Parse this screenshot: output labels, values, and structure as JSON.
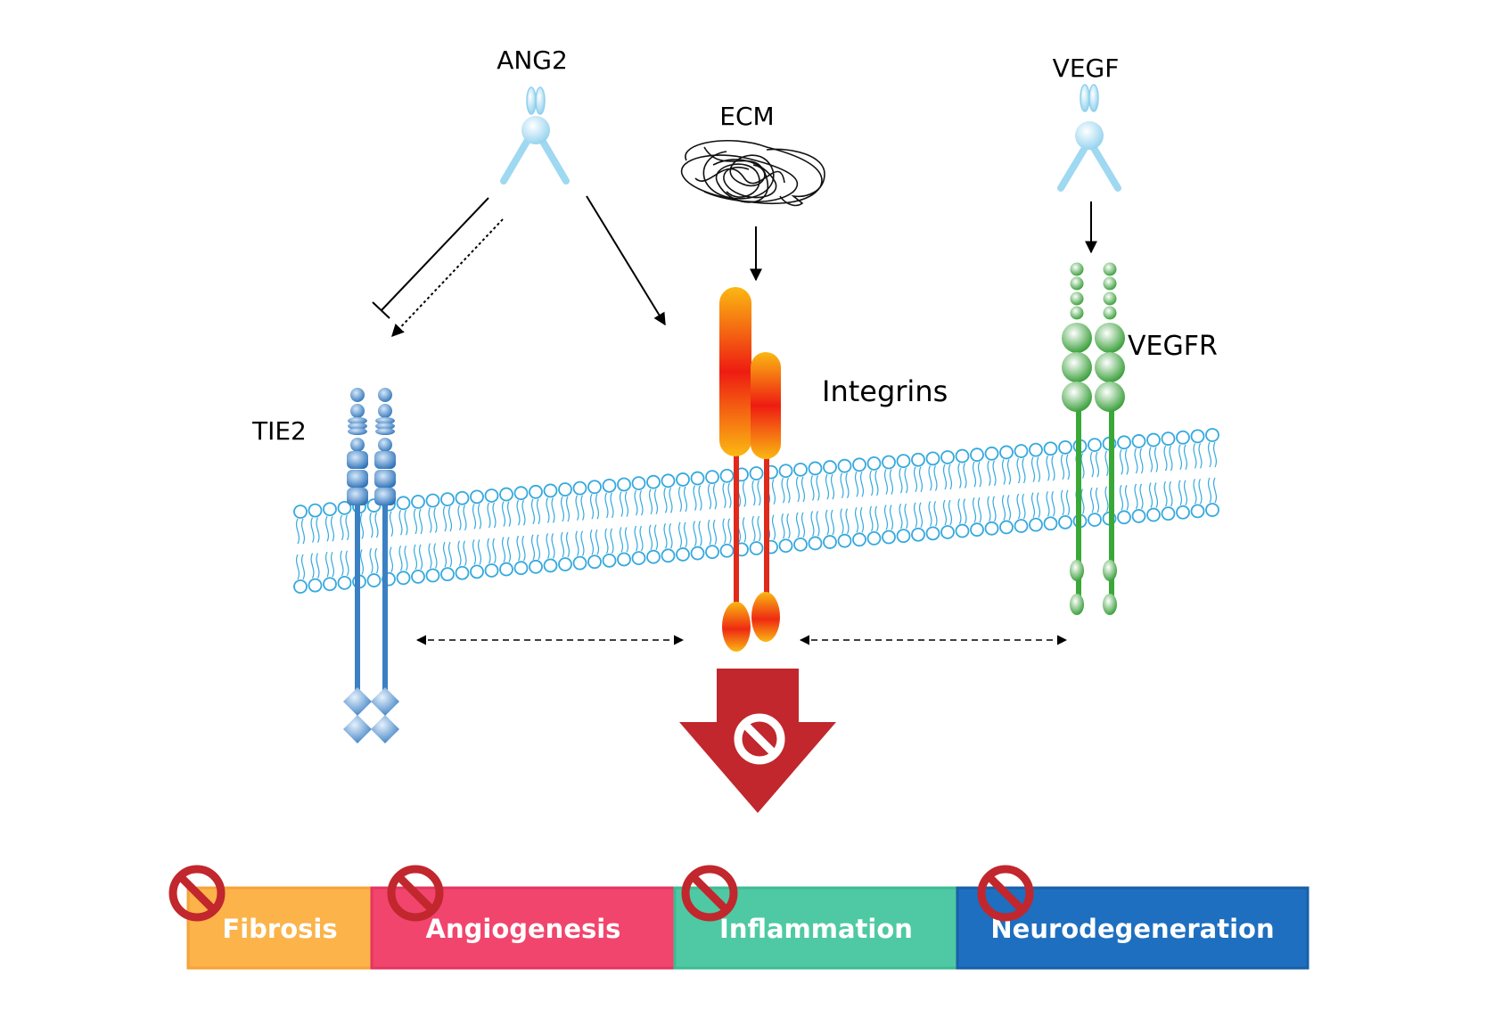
{
  "labels": {
    "ang2": "ANG2",
    "ecm": "ECM",
    "vegf": "VEGF",
    "tie2": "TIE2",
    "integrins": "Integrins",
    "vegfr": "VEGFR"
  },
  "outcomes": [
    {
      "label": "Fibrosis",
      "color": "#fbb34a"
    },
    {
      "label": "Angiogenesis",
      "color": "#f1456d"
    },
    {
      "label": "Inflammation",
      "color": "#4ec9a3"
    },
    {
      "label": "Neurodegeneration",
      "color": "#1e6fbf"
    }
  ],
  "colors": {
    "ligand": "#9fd8f1",
    "membrane": "#35a9de",
    "tie2": "#3b80c3",
    "vegfr": "#3aa838",
    "integrin_stalk": "#e02a1c",
    "block": "#c1272d"
  }
}
